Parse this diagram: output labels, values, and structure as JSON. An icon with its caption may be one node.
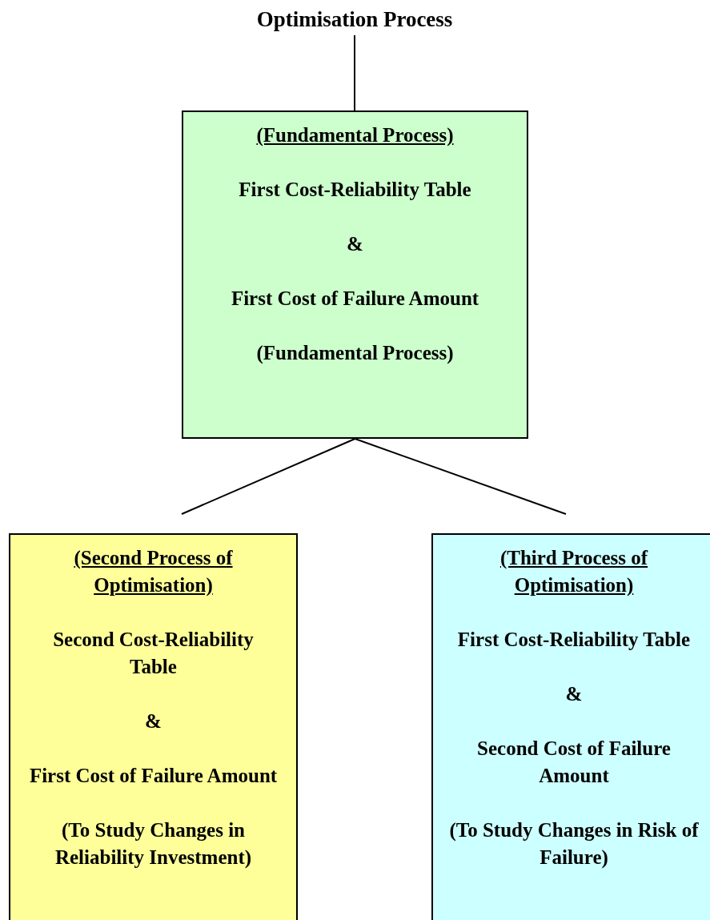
{
  "diagram": {
    "nodes": [
      {
        "text": [
          "Optimisation Process"
        ]
      },
      {
        "text": [
          "(Fundamental Process)",
          "First Cost-Reliability Table",
          "&",
          "First Cost of Failure Amount",
          "(Fundamental Process)"
        ]
      },
      {
        "text": [
          "(Second Process of Optimisation)",
          "Second Cost-Reliability Table",
          "&",
          "First Cost of Failure Amount",
          "(To Study Changes in Reliability Investment)"
        ]
      },
      {
        "text": [
          "(Third Process of Optimisation)",
          "First Cost-Reliability Table",
          "&",
          "Second Cost of Failure Amount",
          "(To Study Changes in Risk of Failure)"
        ]
      }
    ],
    "edges": [
      {
        "from": 0,
        "to": 1,
        "arrow": "none"
      },
      {
        "from": 1,
        "to": null,
        "arrow": "none"
      },
      {
        "from": 1,
        "to": null,
        "arrow": "none"
      }
    ]
  }
}
